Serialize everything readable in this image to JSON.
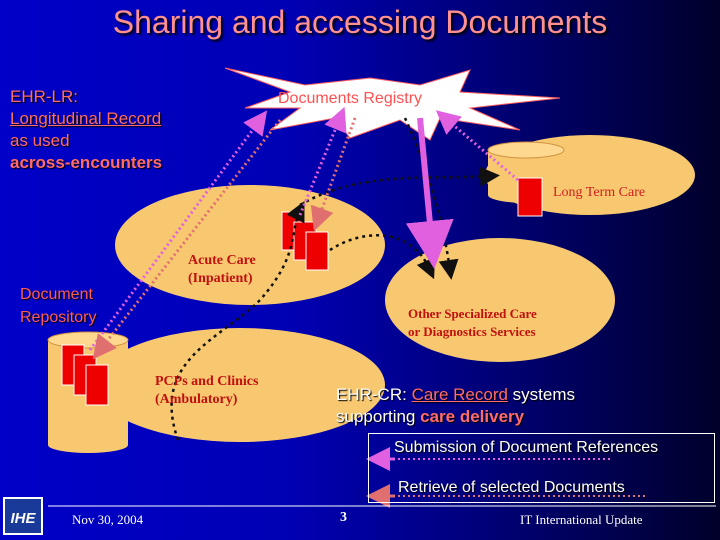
{
  "title": "Sharing and accessing Documents",
  "ehr_lr": {
    "line1": "EHR-LR:",
    "line2": "Longitudinal Record",
    "line3": "as used",
    "line4": "across-encounters"
  },
  "registry_label": "Documents Registry",
  "long_term_care_label": "Long Term Care",
  "repository": {
    "line1": "Document",
    "line2": "Repository"
  },
  "acute_care": {
    "line1": "Acute Care",
    "line2": "(Inpatient)"
  },
  "other_services": {
    "line1": "Other Specialized Care",
    "line2": "or Diagnostics Services"
  },
  "pcps": {
    "line1": "PCPs and Clinics",
    "line2": "(Ambulatory)"
  },
  "ehr_cr": {
    "prefix": "EHR-CR: ",
    "care_record": "Care Record",
    "suffix": " systems",
    "line2a": "supporting ",
    "care_delivery": "care delivery"
  },
  "legend": {
    "submission": "Submission of Document References",
    "retrieve": "Retrieve of selected Documents"
  },
  "footer": {
    "date": "Nov 30, 2004",
    "page": "3",
    "org": "IT International Update",
    "logo_text": "IHE"
  },
  "colors": {
    "background": "#0000c8",
    "ellipse_fill": "#f8c870",
    "document_red": "#ee0000",
    "title_pink": "#ff9090",
    "submission_arrow": "#e060e0",
    "retrieve_arrow": "#e07070"
  }
}
